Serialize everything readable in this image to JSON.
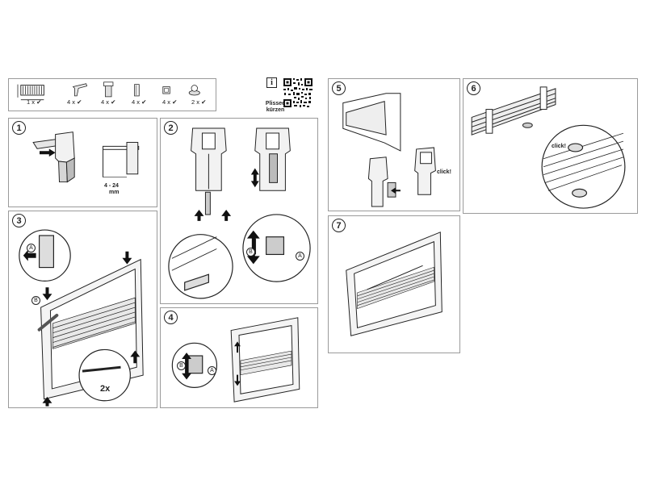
{
  "parts": [
    {
      "name": "pleated-blind",
      "qty": "1 x ✔"
    },
    {
      "name": "clamp-bracket",
      "qty": "4 x ✔"
    },
    {
      "name": "holder-clip",
      "qty": "4 x ✔"
    },
    {
      "name": "spacer",
      "qty": "4 x ✔"
    },
    {
      "name": "cover-cap",
      "qty": "4 x ✔"
    },
    {
      "name": "pin-knob",
      "qty": "2 x ✔"
    }
  ],
  "qr": {
    "info_icon": "i",
    "caption_line1": "Plissee",
    "caption_line2": "kürzen"
  },
  "steps": {
    "s1": {
      "number": "1",
      "dimension": "4 - 24",
      "unit": "mm"
    },
    "s2": {
      "number": "2",
      "label_a": "A",
      "label_b": "B"
    },
    "s3": {
      "number": "3",
      "label_a": "A",
      "label_b": "B",
      "count": "2x"
    },
    "s4": {
      "number": "4",
      "label_a": "A",
      "label_b": "B"
    },
    "s5": {
      "number": "5",
      "click": "click!"
    },
    "s6": {
      "number": "6",
      "click": "click!"
    },
    "s7": {
      "number": "7"
    }
  }
}
